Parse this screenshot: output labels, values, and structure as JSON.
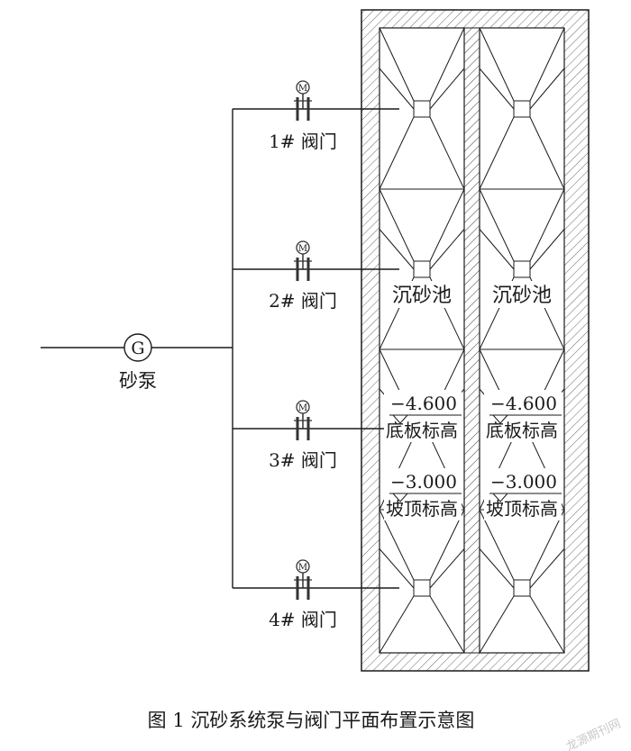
{
  "pump": {
    "symbol": "G",
    "label": "砂泵"
  },
  "valves": [
    {
      "motor": "M",
      "label": "1# 阀门"
    },
    {
      "motor": "M",
      "label": "2# 阀门"
    },
    {
      "motor": "M",
      "label": "3# 阀门"
    },
    {
      "motor": "M",
      "label": "4# 阀门"
    }
  ],
  "tanks": [
    {
      "name": "沉砂池",
      "bottom_elevation": "−4.600",
      "bottom_label": "底板标高",
      "slope_elevation": "−3.000",
      "slope_label": "坡顶标高"
    },
    {
      "name": "沉砂池",
      "bottom_elevation": "−4.600",
      "bottom_label": "底板标高",
      "slope_elevation": "−3.000",
      "slope_label": "坡顶标高"
    }
  ],
  "caption": "图 1 沉砂系统泵与阀门平面布置示意图",
  "watermark": "龙源期刊网",
  "colors": {
    "line": "#1a1a1a",
    "hatch": "#555555",
    "valve": "#333333"
  }
}
